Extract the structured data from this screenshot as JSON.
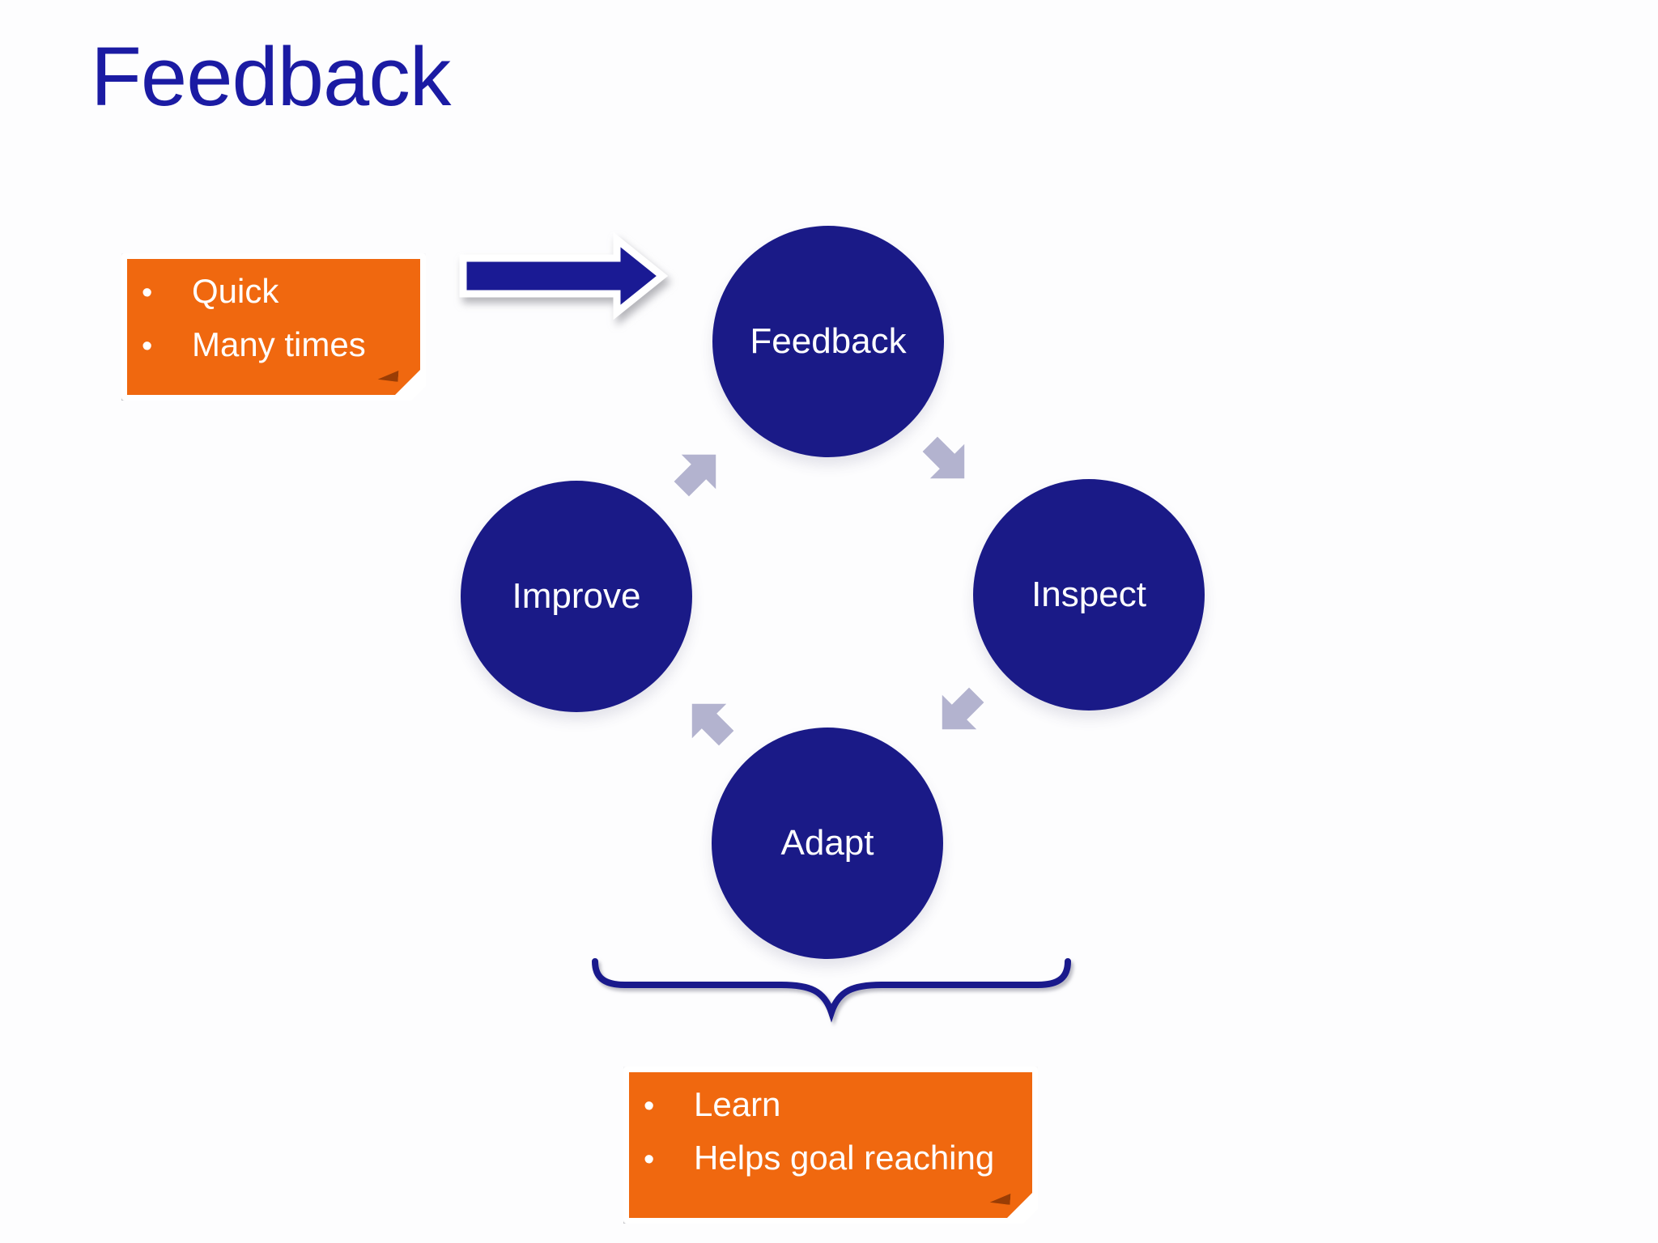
{
  "slide": {
    "title": "Feedback",
    "background_color": "#FDFDFE"
  },
  "colors": {
    "title_text": "#1B1BA3",
    "node_fill": "#1A1A87",
    "node_text": "#FFFFFF",
    "cycle_arrow": "#B3B3CF",
    "pointer_arrow_fill": "#1A1A94",
    "pointer_arrow_outline": "#FFFFFF",
    "brace_stroke": "#1A1A8C",
    "note_fill": "#F0680F",
    "note_border": "#FFFFFF",
    "note_fold_flap": "#9A3D05",
    "note_text": "#FFFFFF"
  },
  "notes": [
    {
      "id": "top-note",
      "bullets": [
        "Quick",
        "Many times"
      ]
    },
    {
      "id": "bottom-note",
      "bullets": [
        "Learn",
        "Helps goal reaching"
      ]
    }
  ],
  "cycle": {
    "direction": "clockwise",
    "nodes": [
      {
        "label": "Feedback",
        "position": "top"
      },
      {
        "label": "Inspect",
        "position": "right"
      },
      {
        "label": "Adapt",
        "position": "bottom"
      },
      {
        "label": "Improve",
        "position": "left"
      }
    ]
  }
}
